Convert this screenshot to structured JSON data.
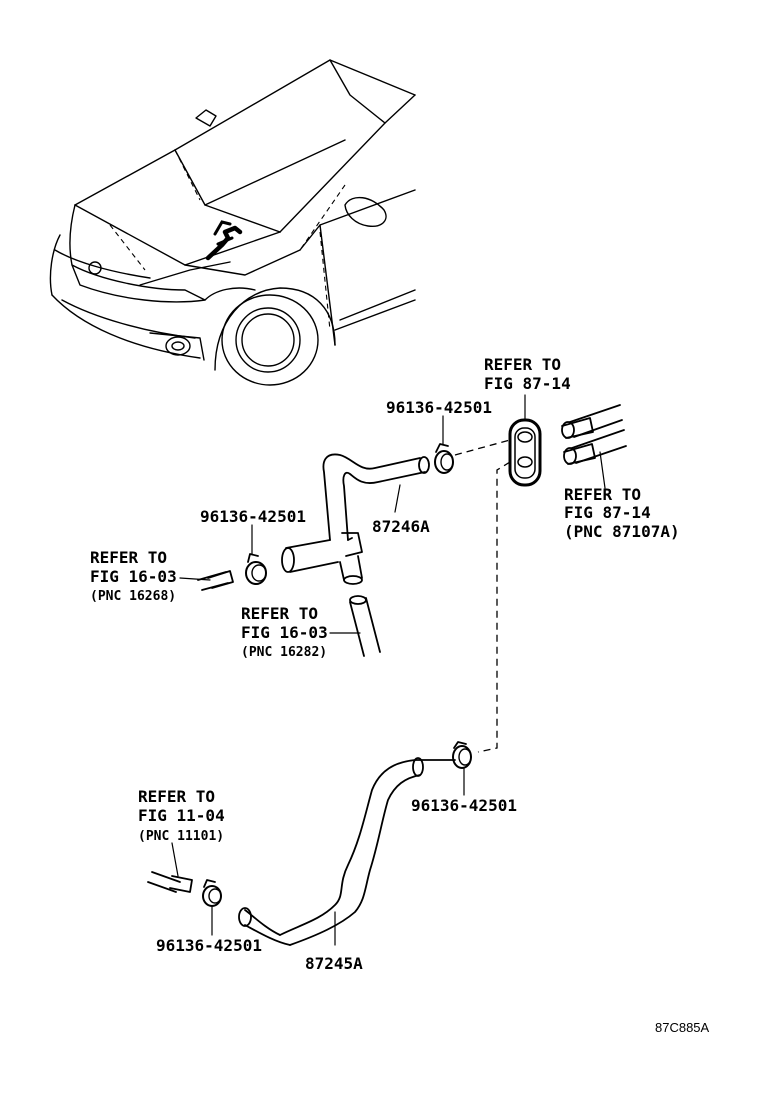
{
  "diagram_code": "87C885A",
  "parts": {
    "hose_upper": "87246A",
    "hose_lower": "87245A"
  },
  "clamps": {
    "clamp_top": "96136-42501",
    "clamp_left": "96136-42501",
    "clamp_right": "96136-42501",
    "clamp_bottom": "96136-42501"
  },
  "refs": {
    "ref_top": {
      "line1": "REFER TO",
      "line2": "FIG 87-14"
    },
    "ref_right": {
      "line1": "REFER TO",
      "line2": "FIG 87-14",
      "line3": "(PNC 87107A)"
    },
    "ref_left": {
      "line1": "REFER TO",
      "line2": "FIG 16-03",
      "line3": "(PNC 16268)"
    },
    "ref_mid": {
      "line1": "REFER TO",
      "line2": "FIG 16-03",
      "line3": "(PNC 16282)"
    },
    "ref_bottom": {
      "line1": "REFER TO",
      "line2": "FIG 11-04",
      "line3": "(PNC 11101)"
    }
  }
}
